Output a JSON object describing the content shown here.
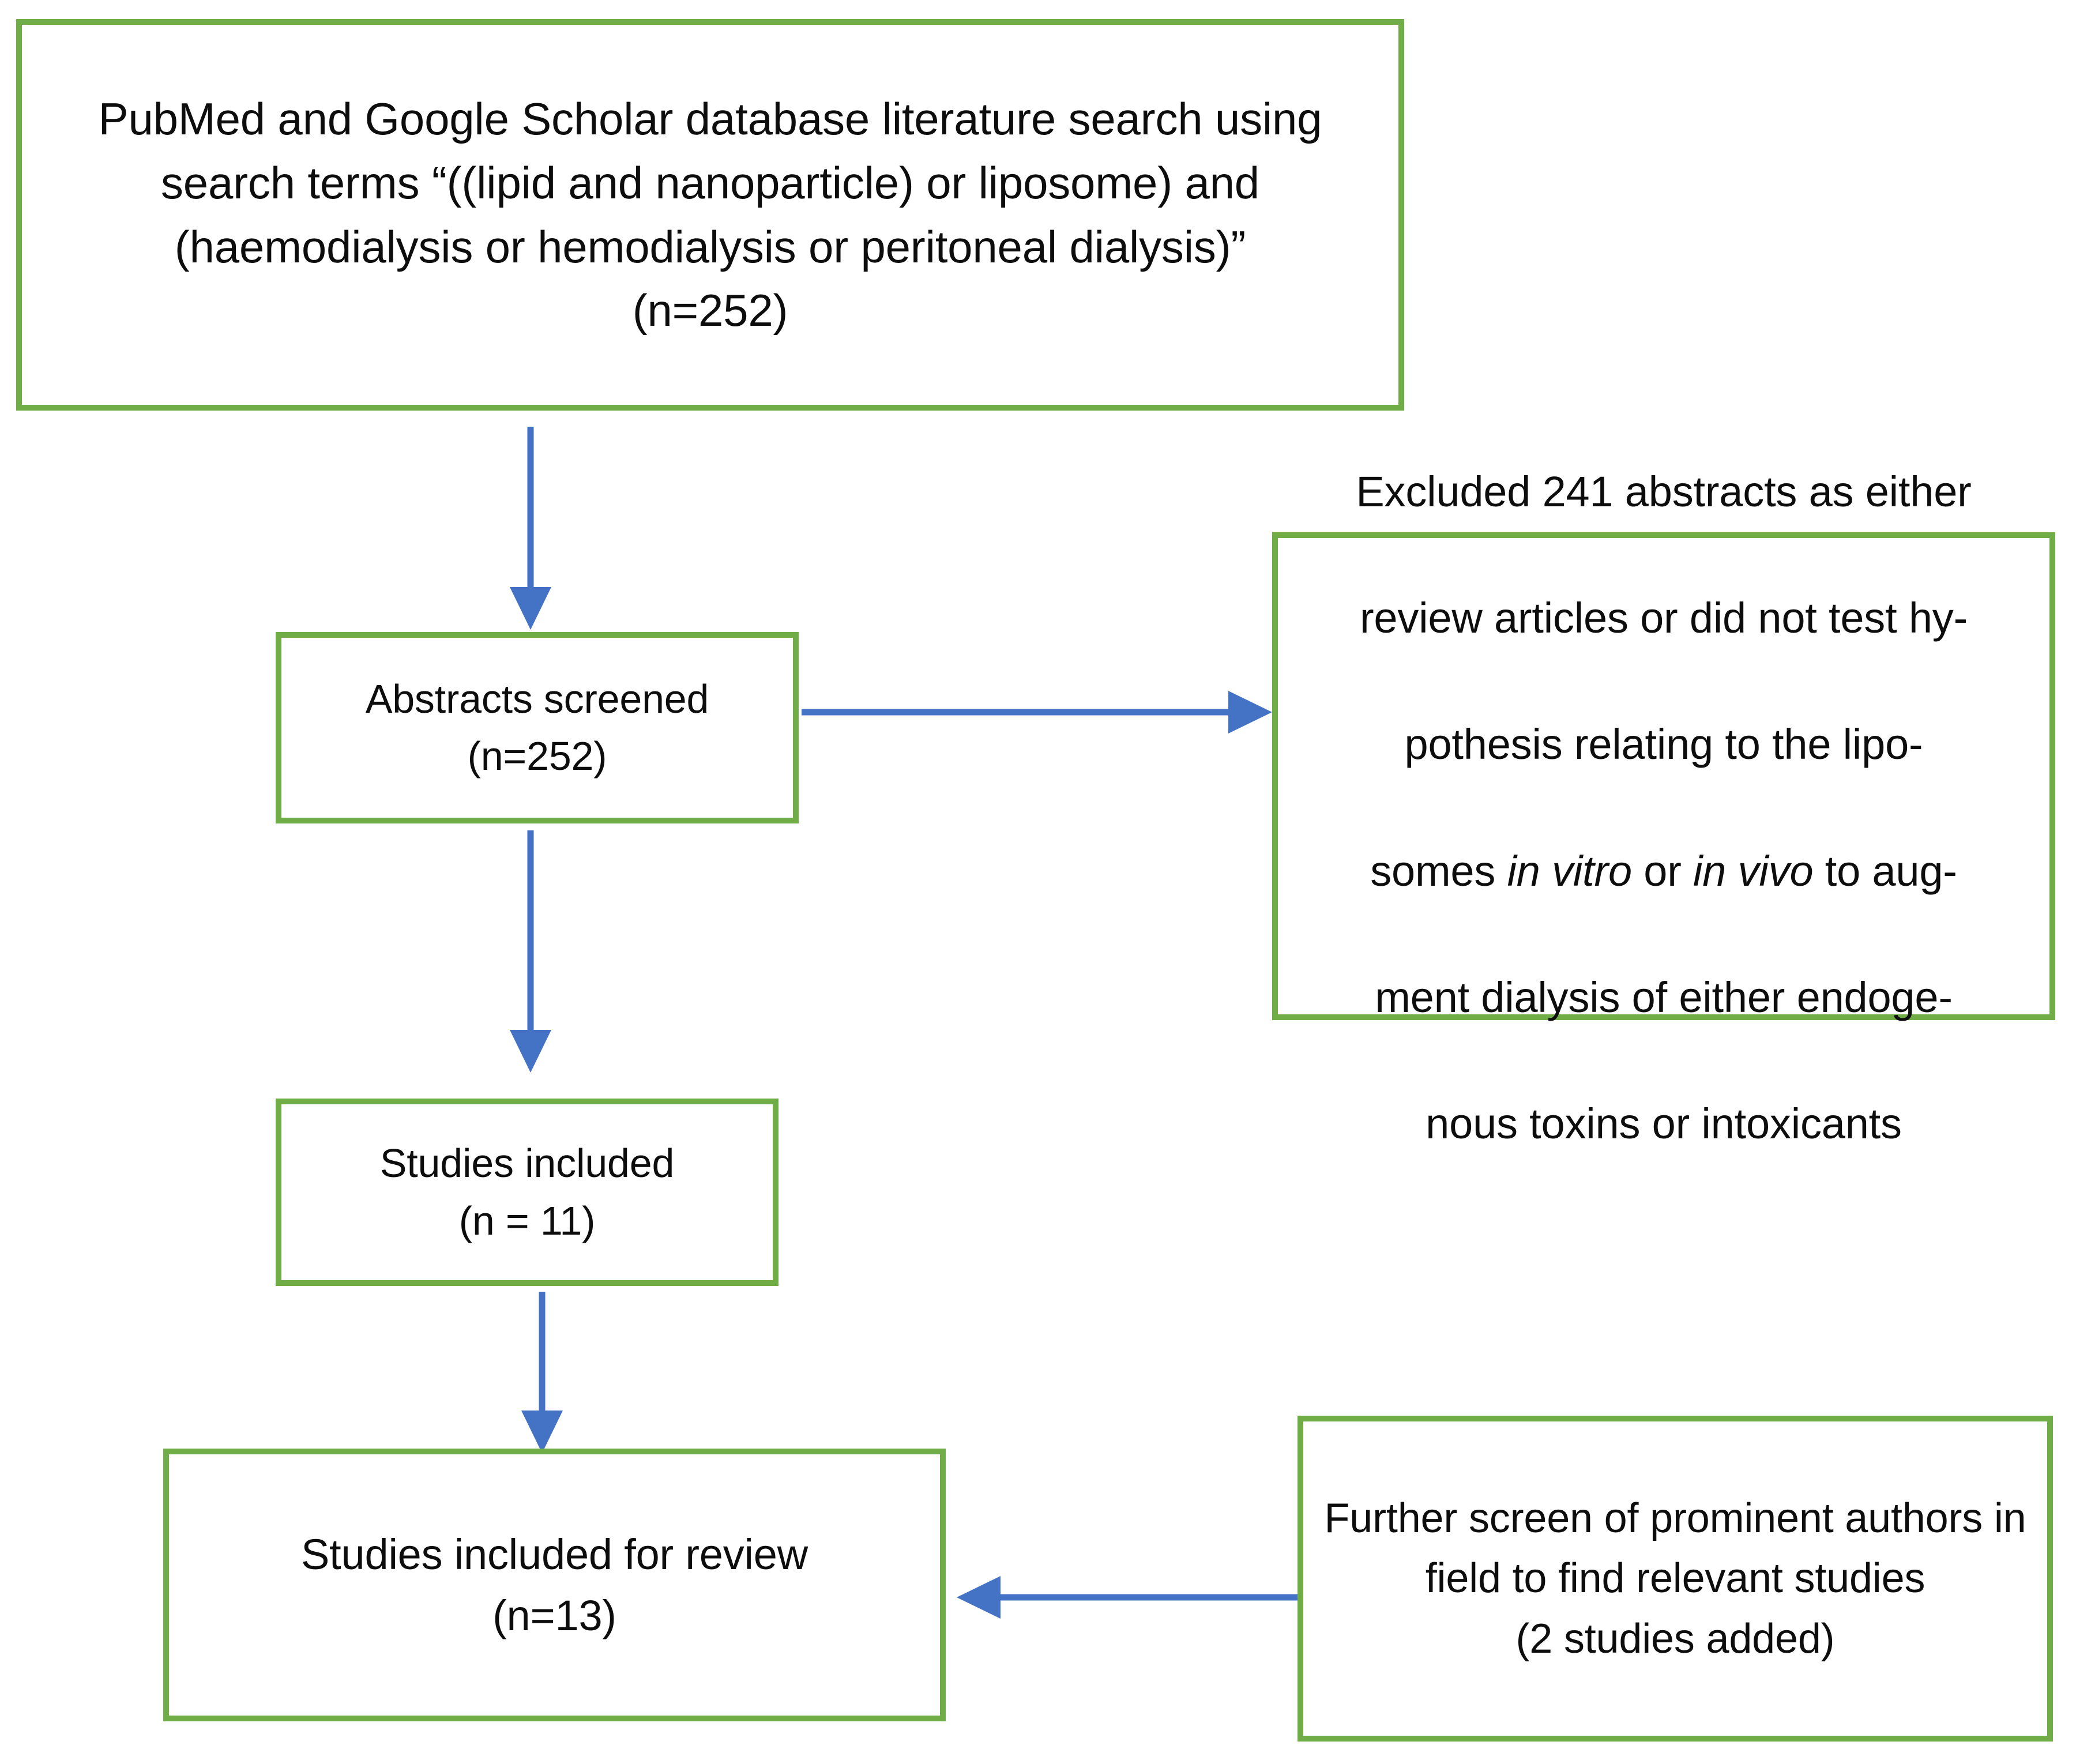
{
  "diagram": {
    "title": "Literature search flow diagram",
    "colors": {
      "box_border": "#70AD47",
      "box_fill": "#FFFFFF",
      "arrow": "#4472C4",
      "text": "#0D0D0D",
      "background": "#FFFFFF"
    },
    "boxes": {
      "search": {
        "text": "PubMed and Google Scholar database literature search using search terms “((lipid and nanoparticle) or liposome) and (haemodialysis or hemodialysis or peritoneal dialysis)”\n(n=252)",
        "count_label": "(n=252)",
        "count": 252
      },
      "abstracts_screened": {
        "text": "Abstracts screened\n(n=252)",
        "title": "Abstracts screened",
        "count_label": "(n=252)",
        "count": 252
      },
      "excluded": {
        "line1": "Excluded 241 abstracts as either",
        "line2": "review articles or did not test hy-",
        "line3": "pothesis relating to the lipo-",
        "line4_a": "somes ",
        "line4_it1": "in vitro",
        "line4_b": " or ",
        "line4_it2": "in vivo",
        "line4_c": " to aug-",
        "line5": "ment dialysis of either endoge-",
        "line6": "nous toxins  or intoxicants",
        "count": 241
      },
      "studies_included": {
        "text": "Studies included\n(n = 11)",
        "title": "Studies included",
        "count_label": "(n = 11)",
        "count": 11
      },
      "studies_included_for_review": {
        "text": "Studies included for review\n(n=13)",
        "title": "Studies included for review",
        "count_label": "(n=13)",
        "count": 13
      },
      "further_screen": {
        "text": "Further screen of prominent authors in field to find relevant studies\n(2 studies added)",
        "title": "Further screen of prominent authors in field to find relevant studies",
        "count_label": "(2 studies added)",
        "count": 2
      }
    },
    "arrows": [
      {
        "name": "search-to-abstracts",
        "direction": "down",
        "from": "search",
        "to": "abstracts_screened"
      },
      {
        "name": "abstracts-to-excluded",
        "direction": "right",
        "from": "abstracts_screened",
        "to": "excluded"
      },
      {
        "name": "abstracts-to-included",
        "direction": "down",
        "from": "abstracts_screened",
        "to": "studies_included"
      },
      {
        "name": "included-to-review",
        "direction": "down",
        "from": "studies_included",
        "to": "studies_included_for_review"
      },
      {
        "name": "further-to-review",
        "direction": "left",
        "from": "further_screen",
        "to": "studies_included_for_review"
      }
    ]
  }
}
